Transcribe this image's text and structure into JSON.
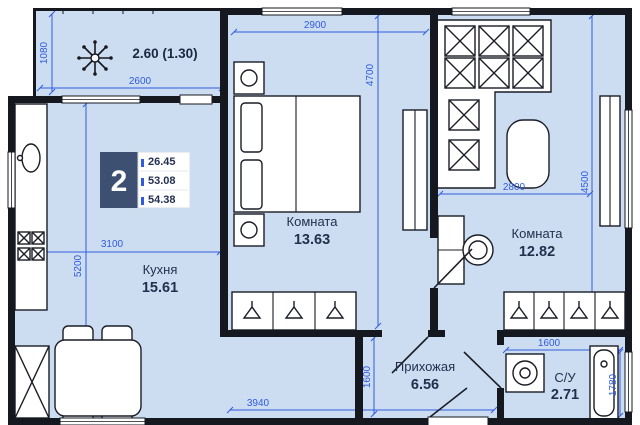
{
  "plan": {
    "title_badge": {
      "rooms_count": "2",
      "areas": [
        "26.45",
        "53.08",
        "54.38"
      ]
    },
    "balcony": {
      "area_label": "2.60 (1.30)"
    },
    "rooms": {
      "kitchen": {
        "name": "Кухня",
        "area": "15.61"
      },
      "bedroom": {
        "name": "Комната",
        "area": "13.63"
      },
      "living": {
        "name": "Комната",
        "area": "12.82"
      },
      "hallway": {
        "name": "Прихожая",
        "area": "6.56"
      },
      "bathroom": {
        "name": "С/У",
        "area": "2.71"
      }
    },
    "dimensions": {
      "balcony_height": "1080",
      "balcony_width": "2600",
      "bedroom_width": "2900",
      "bedroom_height": "4700",
      "living_width": "2800",
      "living_height": "4500",
      "kitchen_width": "3100",
      "kitchen_height": "5200",
      "hallway_width": "3940",
      "hallway_height": "1600",
      "bathroom_width": "1600",
      "bathroom_height": "1780"
    },
    "colors": {
      "floor": "#cdddf1",
      "wall": "#16181f",
      "dimension_blue": "#2e5be0",
      "label_navy": "#22304e",
      "badge_bg": "#3e5072",
      "badge_text": "#ffffff"
    },
    "icons": {
      "snowflake-icon": "✳",
      "hanger-icon": "⌅"
    }
  }
}
